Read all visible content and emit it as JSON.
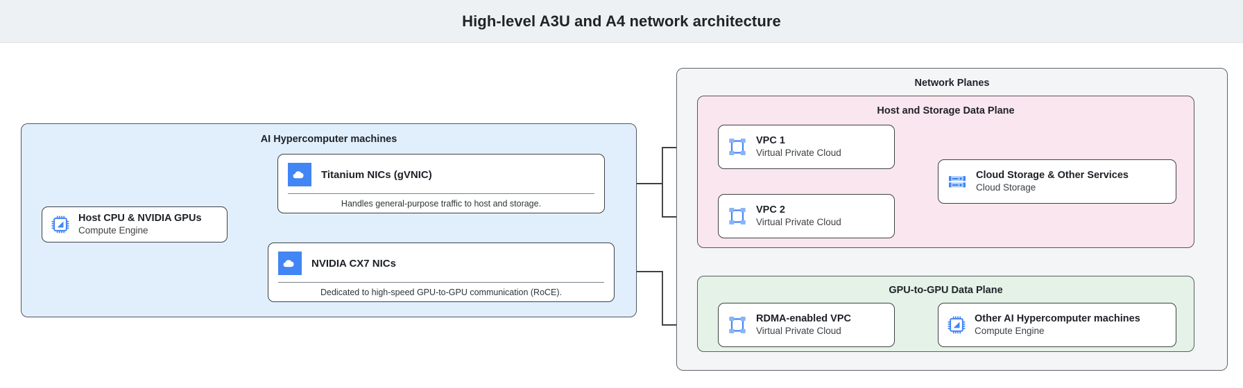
{
  "header": {
    "title": "High-level A3U and A4 network architecture"
  },
  "colors": {
    "header_bg": "#edf1f3",
    "machines_bg": "#e1effd",
    "planes_bg": "#f4f5f6",
    "host_storage_bg": "#fae6ee",
    "gpu_plane_bg": "#e4f2e7",
    "icon_blue": "#4285f4",
    "icon_blue_light": "#8ab4f8",
    "stroke": "#3c4043"
  },
  "machines_group": {
    "label": "AI Hypercomputer machines",
    "host_card": {
      "title": "Host CPU & NVIDIA GPUs",
      "subtitle": "Compute Engine",
      "icon": "cpu-chip-icon"
    },
    "nics": [
      {
        "title": "Titanium NICs (gVNIC)",
        "description": "Handles general-purpose traffic to host and storage.",
        "icon": "cloud-icon"
      },
      {
        "title": "NVIDIA CX7 NICs",
        "description": "Dedicated to high-speed GPU-to-GPU communication (RoCE).",
        "icon": "cloud-icon"
      }
    ]
  },
  "network_planes": {
    "label": "Network Planes",
    "host_storage_plane": {
      "label": "Host and Storage Data Plane",
      "cards": [
        {
          "title": "VPC 1",
          "subtitle": "Virtual Private Cloud",
          "icon": "vpc-icon"
        },
        {
          "title": "VPC 2",
          "subtitle": "Virtual Private Cloud",
          "icon": "vpc-icon"
        },
        {
          "title": "Cloud Storage & Other Services",
          "subtitle": "Cloud Storage",
          "icon": "storage-icon"
        }
      ]
    },
    "gpu_plane": {
      "label": "GPU-to-GPU Data Plane",
      "cards": [
        {
          "title": "RDMA-enabled VPC",
          "subtitle": "Virtual Private Cloud",
          "icon": "vpc-icon"
        },
        {
          "title": "Other AI Hypercomputer machines",
          "subtitle": "Compute Engine",
          "icon": "cpu-chip-icon"
        }
      ]
    }
  }
}
